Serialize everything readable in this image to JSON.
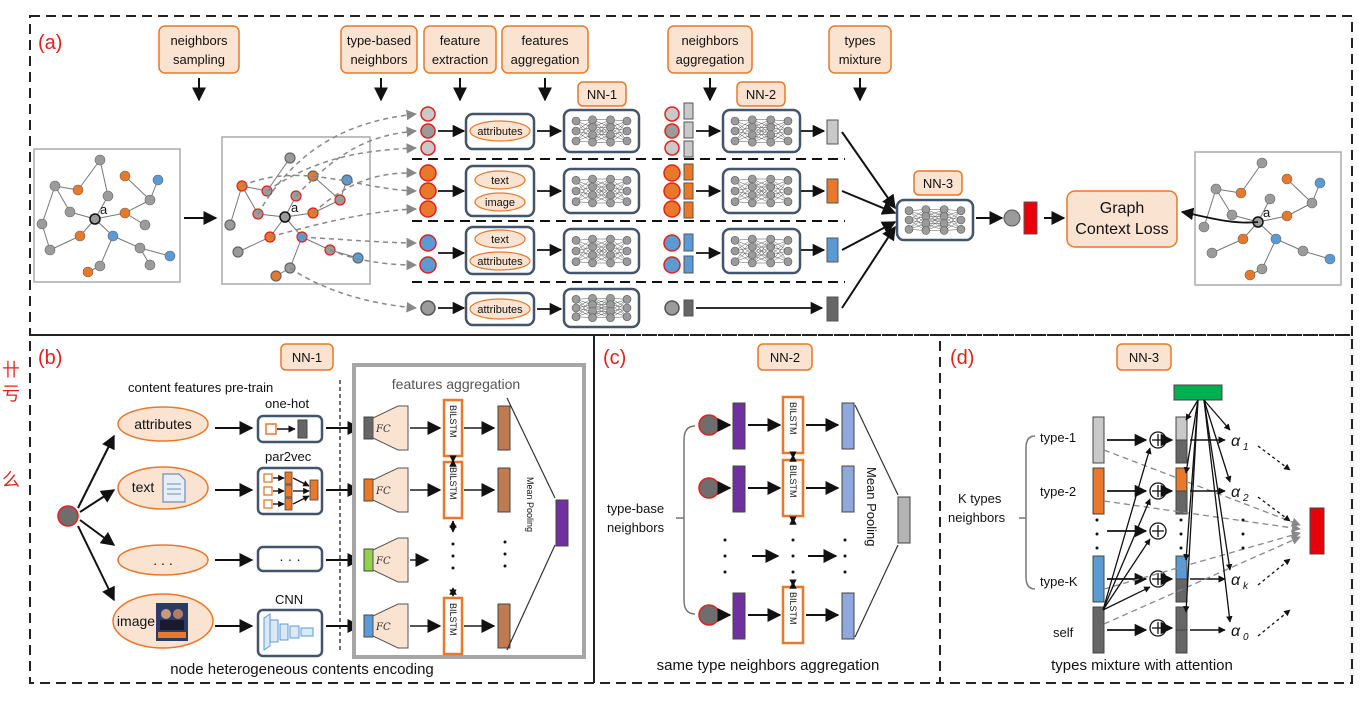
{
  "panels": {
    "a": {
      "tag": "(a)"
    },
    "b": {
      "tag": "(b)",
      "caption": "node heterogeneous contents encoding",
      "nn_label": "NN-1"
    },
    "c": {
      "tag": "(c)",
      "caption": "same type neighbors aggregation",
      "nn_label": "NN-2"
    },
    "d": {
      "tag": "(d)",
      "caption": "types mixture with attention",
      "nn_label": "NN-3"
    }
  },
  "steps": {
    "neighbors_sampling": [
      "neighbors",
      "sampling"
    ],
    "type_based_neighbors": [
      "type-based",
      "neighbors"
    ],
    "feature_extraction": [
      "feature",
      "extraction"
    ],
    "features_aggregation": [
      "features",
      "aggregation"
    ],
    "neighbors_aggregation": [
      "neighbors",
      "aggregation"
    ],
    "types_mixture": [
      "types",
      "mixture"
    ]
  },
  "nn": {
    "nn1": "NN-1",
    "nn2": "NN-2",
    "nn3": "NN-3"
  },
  "graph": {
    "center_node": "a"
  },
  "content_labels": {
    "attributes": "attributes",
    "text": "text",
    "image": "image"
  },
  "loss": {
    "line1": "Graph",
    "line2": "Context Loss"
  },
  "b": {
    "pretrain": "content features pre-train",
    "onehot": "one-hot",
    "par2vec": "par2vec",
    "cnn": "CNN",
    "features_aggregation": "features aggregation",
    "mean_pooling": "Mean Pooling",
    "items": [
      "attributes",
      "text",
      ". . .",
      "image"
    ],
    "ellipsis_box": "· · ·",
    "fc": "FC",
    "bilstm": "BILSTM"
  },
  "c": {
    "type_base": [
      "type-base",
      "neighbors"
    ],
    "mean_pooling": "Mean Pooling",
    "bilstm": "BILSTM"
  },
  "d": {
    "k_types": [
      "K types",
      "neighbors"
    ],
    "types": [
      "type-1",
      "type-2",
      "type-K",
      "self"
    ],
    "alphas": [
      "α",
      "α",
      "α",
      "α"
    ],
    "alpha_subs": [
      "1",
      "2",
      "k",
      "0"
    ],
    "plus": "⊕"
  },
  "side_chars": [
    "卄",
    "亏",
    "么"
  ],
  "colors": {
    "orange": "#e8792a",
    "blue": "#5b9bd5",
    "gray": "#9b9b9b",
    "purple": "#7030a0",
    "red": "#e8000b",
    "green": "#00b050",
    "peach": "#fbe3d2",
    "box_stroke": "#44546a"
  }
}
